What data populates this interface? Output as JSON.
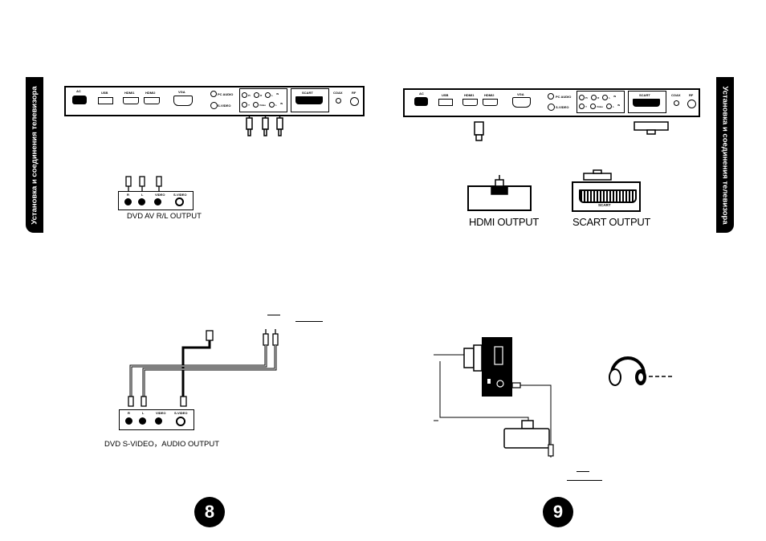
{
  "side_tab_text": "Установка и соединения телевизора",
  "tv_panel": {
    "ac": "AC",
    "usb": "USB",
    "hdmi1": "HDMI1",
    "hdmi2": "HDMI2",
    "vga": "VGA",
    "pc_audio": "PC AUDIO",
    "s_video": "S-VIDEO",
    "scart": "SCART",
    "coax": "COAX",
    "rf": "RF",
    "av_top_row": [
      "Pr",
      "R",
      "L",
      "IN"
    ],
    "av_bottom_row": [
      "Y",
      "Video",
      "L",
      "IN"
    ]
  },
  "dvd_panel": {
    "r": "R",
    "l": "L",
    "video": "VIDEO",
    "s_video": "S-VIDEO"
  },
  "captions": {
    "dvd_av_output": "DVD  AV R/L OUTPUT",
    "hdmi_output": "HDMI OUTPUT",
    "scart_output": "SCART OUTPUT",
    "dvd_svideo_output": "DVD  S-VIDEO，AUDIO OUTPUT",
    "scart_box_label": "SCART"
  },
  "page_numbers": {
    "left": "8",
    "right": "9"
  },
  "colors": {
    "ink": "#000000",
    "paper": "#ffffff"
  }
}
